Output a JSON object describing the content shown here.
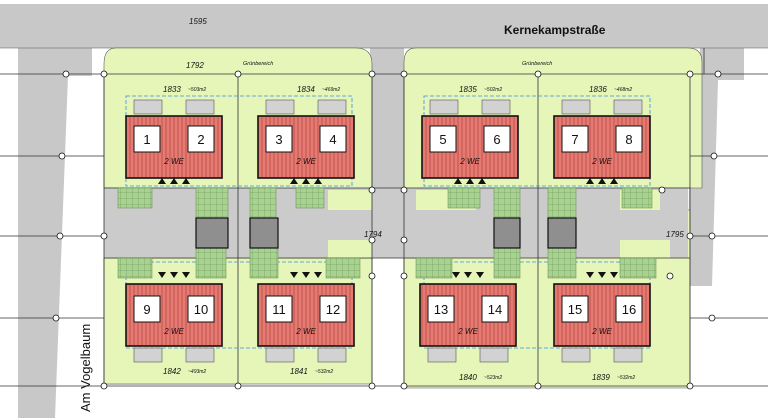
{
  "streets": {
    "north": "Kernekampstraße",
    "west": "Am Vogelbaum"
  },
  "parcels": {
    "road_north": "1595",
    "block_west": "1792",
    "road_middle": "1794",
    "road_east": "1795",
    "lot_1833": "1833",
    "lot_1834": "1834",
    "lot_1835": "1835",
    "lot_1836": "1836",
    "lot_1842": "1842",
    "lot_1841": "1841",
    "lot_1840": "1840",
    "lot_1839": "1839"
  },
  "areas": {
    "lot_1833": "~503m2",
    "lot_1834": "~469m2",
    "lot_1835": "~502m2",
    "lot_1836": "~468m2",
    "lot_1842": "~493m2",
    "lot_1841": "~532m2",
    "lot_1840": "~523m2",
    "lot_1839": "~532m2"
  },
  "green_label": "Grünbereich",
  "we_label": "2 WE",
  "units": [
    "1",
    "2",
    "3",
    "4",
    "5",
    "6",
    "7",
    "8",
    "9",
    "10",
    "11",
    "12",
    "13",
    "14",
    "15",
    "16"
  ],
  "colors": {
    "road": "#c8c8c8",
    "green_area": "#e6f5b8",
    "house_fill": "#e57a73",
    "house_outline": "#111111",
    "paving": "#a9d291",
    "garage": "#d2d2d2",
    "boundary_dash": "#3c8ce6"
  }
}
